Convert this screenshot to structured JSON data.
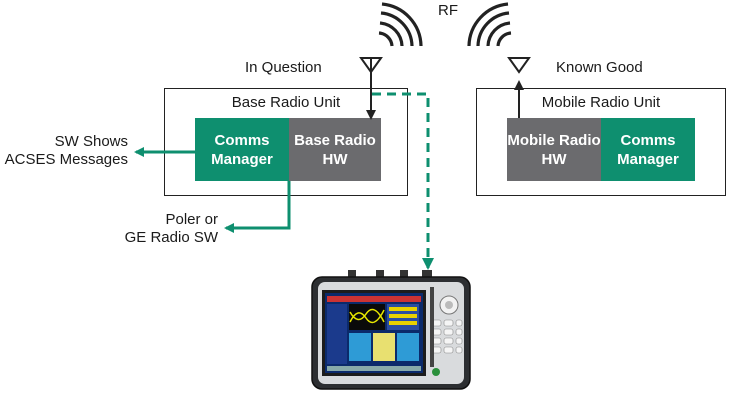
{
  "labels": {
    "rf": "RF",
    "in_question": "In Question",
    "known_good": "Known Good",
    "base_radio_unit": "Base Radio Unit",
    "mobile_radio_unit": "Mobile Radio Unit",
    "comms_manager_left": "Comms Manager",
    "base_radio_hw": "Base Radio HW",
    "mobile_radio_hw": "Mobile Radio HW",
    "comms_manager_right": "Comms Manager",
    "sw_shows_line1": "SW Shows",
    "sw_shows_line2": "ACSES Messages",
    "poler_line1": "Poler or",
    "poler_line2": "GE Radio SW"
  },
  "colors": {
    "green": "#0e8f6f",
    "grey": "#6b6b6e",
    "line": "#222222",
    "dashed": "#0e8f6f"
  },
  "icons": {
    "antenna_left": "antenna-icon",
    "antenna_right": "antenna-icon",
    "analyzer": "spectrum-analyzer-device"
  }
}
